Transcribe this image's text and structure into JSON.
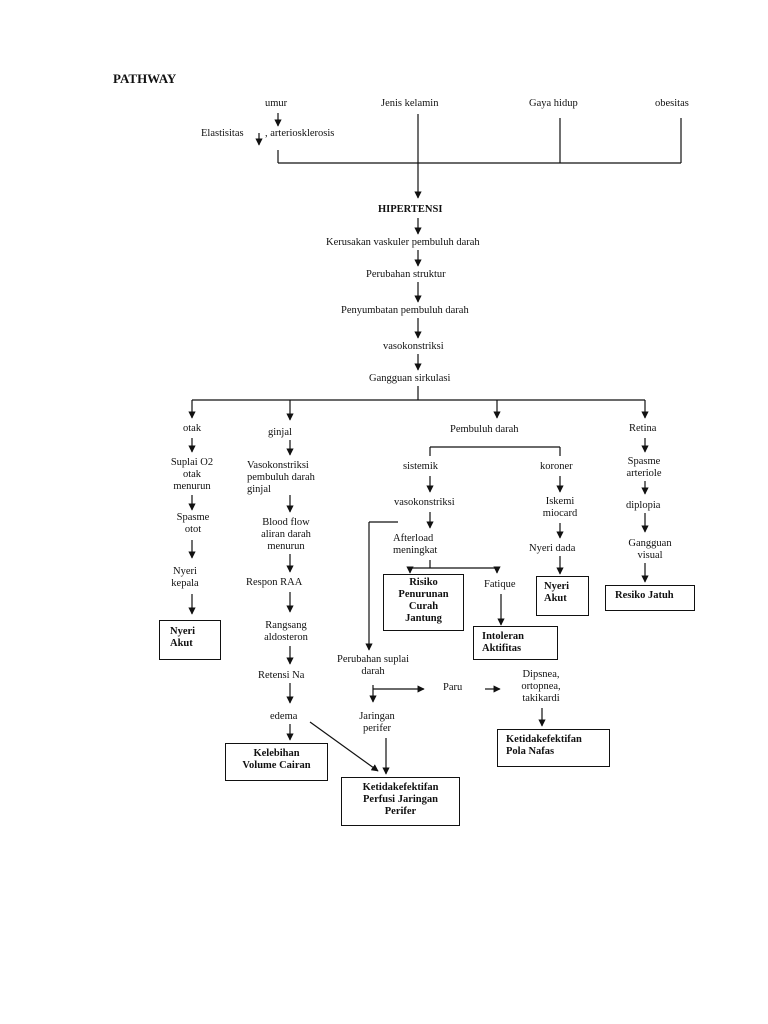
{
  "title": "PATHWAY",
  "causes": {
    "umur": "umur",
    "jenis_kelamin": "Jenis kelamin",
    "gaya_hidup": "Gaya hidup",
    "obesitas": "obesitas",
    "elastisitas": "Elastisitas",
    "arteriosklerosis": ", arteriosklerosis"
  },
  "chain": {
    "hipertensi": "HIPERTENSI",
    "kerusakan": "Kerusakan vaskuler pembuluh darah",
    "perubahan_struktur": "Perubahan struktur",
    "penyumbatan": "Penyumbatan pembuluh darah",
    "vasokonstriksi": "vasokonstriksi",
    "gangguan_sirkulasi": "Gangguan sirkulasi"
  },
  "otak": {
    "label": "otak",
    "suplai": "Suplai O2\notak\nmenurun",
    "spasme": "Spasme\notot",
    "nyeri": "Nyeri\nkepala",
    "diagnosis": "Nyeri\nAkut"
  },
  "ginjal": {
    "label": "ginjal",
    "vaso": "Vasokonstriksi\npembuluh darah\nginjal",
    "blood_flow": "Blood flow\naliran darah\nmenurun",
    "raa": "Respon RAA",
    "aldosteron": "Rangsang\naldosteron",
    "retensi": "Retensi Na",
    "edema": "edema",
    "diagnosis": "Kelebihan\nVolume Cairan"
  },
  "pembuluh": {
    "label": "Pembuluh darah",
    "sistemik": "sistemik",
    "vaso": "vasokonstriksi",
    "afterload": "Afterload\nmeningkat",
    "risiko": "Risiko\nPenurunan\nCurah\nJantung",
    "fatique": "Fatique",
    "intoleran": "Intoleran\nAktifitas",
    "koroner": "koroner",
    "iskemi": "Iskemi\nmiocard",
    "nyeri_dada": "Nyeri dada",
    "nyeri_akut": "Nyeri\nAkut",
    "perubahan_suplai": "Perubahan suplai\ndarah",
    "jaringan": "Jaringan\nperifer",
    "paru": "Paru",
    "dipsnea": "Dipsnea,\nortopnea,\ntakikardi",
    "pola_nafas": "Ketidakefektifan\nPola Nafas",
    "perfusi": "Ketidakefektifan\nPerfusi Jaringan\nPerifer"
  },
  "retina": {
    "label": "Retina",
    "spasme": "Spasme\narteriole",
    "diplopia": "diplopia",
    "gangguan": "Gangguan\nvisual",
    "diagnosis": "Resiko Jatuh"
  }
}
